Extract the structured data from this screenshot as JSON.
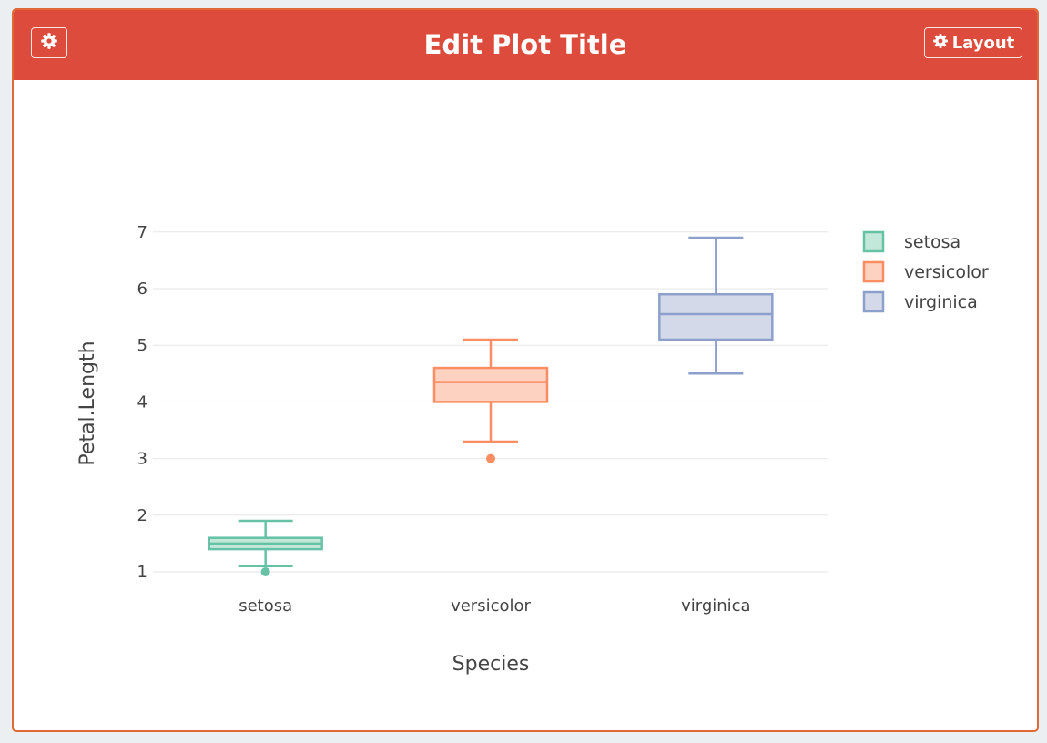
{
  "header": {
    "title": "Edit Plot Title",
    "layout_label": "Layout",
    "settings_icon": "gear-icon",
    "color": "#dc4b3c"
  },
  "chart_data": {
    "type": "box",
    "xlabel": "Species",
    "ylabel": "Petal.Length",
    "categories": [
      "setosa",
      "versicolor",
      "virginica"
    ],
    "ylim": [
      0.75,
      7.05
    ],
    "yticks": [
      1,
      2,
      3,
      4,
      5,
      6,
      7
    ],
    "grid": true,
    "legend_position": "top-right",
    "series": [
      {
        "name": "setosa",
        "color": "#66c2a5",
        "fill": "#c2e8da",
        "min": 1.1,
        "q1": 1.4,
        "median": 1.5,
        "q3": 1.6,
        "max": 1.9,
        "outliers": [
          1.0
        ]
      },
      {
        "name": "versicolor",
        "color": "#fc8d62",
        "fill": "#fdd2c1",
        "min": 3.3,
        "q1": 4.0,
        "median": 4.35,
        "q3": 4.6,
        "max": 5.1,
        "outliers": [
          3.0
        ]
      },
      {
        "name": "virginica",
        "color": "#8da0cb",
        "fill": "#d3d9e9",
        "min": 4.5,
        "q1": 5.1,
        "median": 5.55,
        "q3": 5.9,
        "max": 6.9,
        "outliers": []
      }
    ]
  }
}
